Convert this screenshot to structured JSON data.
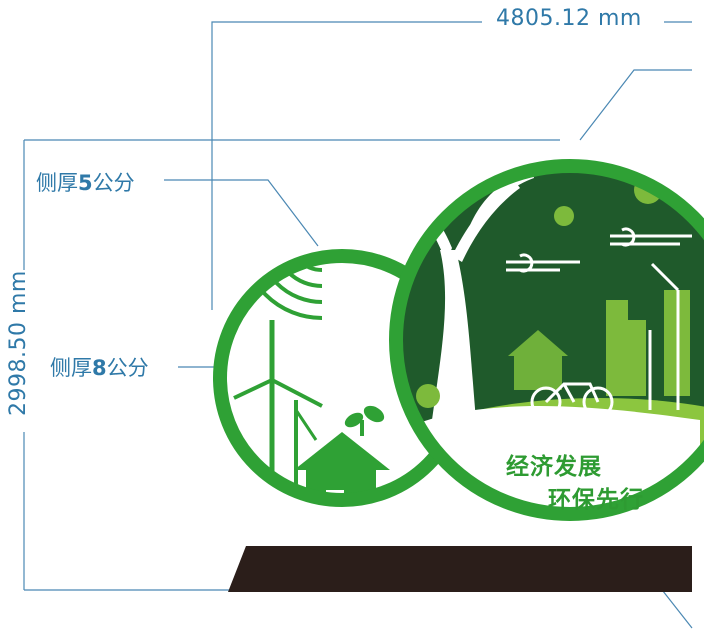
{
  "dimensions": {
    "width_label": "4805.12 mm",
    "height_label": "2998.50 mm"
  },
  "annotations": [
    {
      "prefix": "侧厚",
      "value": "5",
      "suffix": "公分"
    },
    {
      "prefix": "侧厚",
      "value": "8",
      "suffix": "公分"
    }
  ],
  "slogan": {
    "line1": "经济发展",
    "line2": "环保先行"
  },
  "colors": {
    "ring_green": "#2fa135",
    "dark_green": "#1f5a2b",
    "light_green": "#8cc63f",
    "base": "#2b1e1a",
    "dimension_blue": "#2f79a8"
  }
}
